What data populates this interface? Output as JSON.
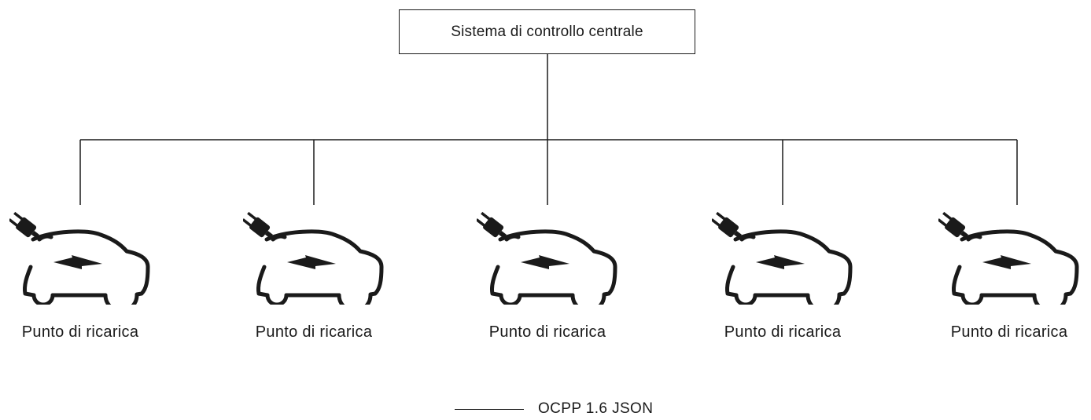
{
  "diagram": {
    "central_node": {
      "label": "Sistema di controllo centrale"
    },
    "stations": [
      {
        "label": "Punto di ricarica",
        "icon": "ev-charging-car-icon"
      },
      {
        "label": "Punto di ricarica",
        "icon": "ev-charging-car-icon"
      },
      {
        "label": "Punto di ricarica",
        "icon": "ev-charging-car-icon"
      },
      {
        "label": "Punto di ricarica",
        "icon": "ev-charging-car-icon"
      },
      {
        "label": "Punto di ricarica",
        "icon": "ev-charging-car-icon"
      }
    ],
    "legend": {
      "label": "OCPP 1.6 JSON"
    },
    "colors": {
      "line": "#1a1a1a",
      "background": "#ffffff"
    }
  }
}
